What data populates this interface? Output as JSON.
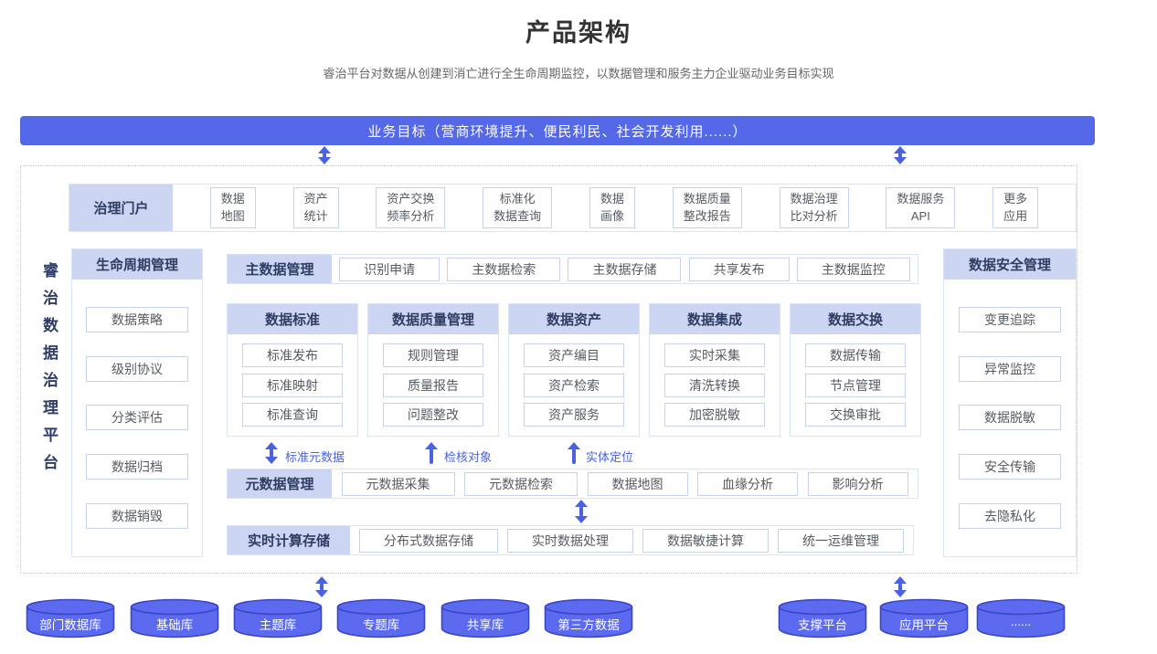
{
  "page": {
    "title": "产品架构",
    "subtitle": "睿治平台对数据从创建到消亡进行全生命周期监控，以数据管理和服务主力企业驱动业务目标实现"
  },
  "banner": {
    "label": "业务目标（营商环境提升、便民利民、社会开发利用......）"
  },
  "platform": {
    "label": "睿治数据治理平台"
  },
  "portal": {
    "header": "治理门户",
    "items": [
      {
        "line1": "数据",
        "line2": "地图"
      },
      {
        "line1": "资产",
        "line2": "统计"
      },
      {
        "line1": "资产交换",
        "line2": "频率分析"
      },
      {
        "line1": "标准化",
        "line2": "数据查询"
      },
      {
        "line1": "数据",
        "line2": "画像"
      },
      {
        "line1": "数据质量",
        "line2": "整改报告"
      },
      {
        "line1": "数据治理",
        "line2": "比对分析"
      },
      {
        "line1": "数据服务",
        "line2": "API"
      },
      {
        "line1": "更多",
        "line2": "应用"
      }
    ]
  },
  "lifecycle": {
    "header": "生命周期管理",
    "items": [
      "数据策略",
      "级别协议",
      "分类评估",
      "数据归档",
      "数据销毁"
    ]
  },
  "master_data": {
    "header": "主数据管理",
    "items": [
      "识别申请",
      "主数据检索",
      "主数据存储",
      "共享发布",
      "主数据监控"
    ]
  },
  "capability_columns": [
    {
      "header": "数据标准",
      "items": [
        "标准发布",
        "标准映射",
        "标准查询"
      ]
    },
    {
      "header": "数据质量管理",
      "items": [
        "规则管理",
        "质量报告",
        "问题整改"
      ]
    },
    {
      "header": "数据资产",
      "items": [
        "资产编目",
        "资产检索",
        "资产服务"
      ]
    },
    {
      "header": "数据集成",
      "items": [
        "实时采集",
        "清洗转换",
        "加密脱敏"
      ]
    },
    {
      "header": "数据交换",
      "items": [
        "数据传输",
        "节点管理",
        "交换审批"
      ]
    }
  ],
  "flow_links": [
    {
      "label": "标准元数据",
      "icon": "double-arrow-icon"
    },
    {
      "label": "检核对象",
      "icon": "up-arrow-icon"
    },
    {
      "label": "实体定位",
      "icon": "up-arrow-icon"
    }
  ],
  "metadata_row": {
    "header": "元数据管理",
    "items": [
      "元数据采集",
      "元数据检索",
      "数据地图",
      "血缘分析",
      "影响分析"
    ]
  },
  "realtime_row": {
    "header": "实时计算存储",
    "items": [
      "分布式数据存储",
      "实时数据处理",
      "数据敏捷计算",
      "统一运维管理"
    ]
  },
  "security": {
    "header": "数据安全管理",
    "items": [
      "变更追踪",
      "异常监控",
      "数据脱敏",
      "安全传输",
      "去隐私化"
    ]
  },
  "data_sources": [
    "部门数据库",
    "基础库",
    "主题库",
    "专题库",
    "共享库",
    "第三方数据"
  ],
  "platforms": [
    "支撑平台",
    "应用平台",
    "......"
  ],
  "colors": {
    "banner": "#5468e8",
    "header_bg": "#ccd6f3",
    "header_text": "#2f3c64",
    "box_border": "#c7d3ee",
    "panel_border": "#dbe3f6",
    "arrow": "#4a62e2",
    "cylinder_fill": "#5b6aef",
    "cylinder_stroke": "#3a46c8",
    "body_text": "#565b63"
  }
}
